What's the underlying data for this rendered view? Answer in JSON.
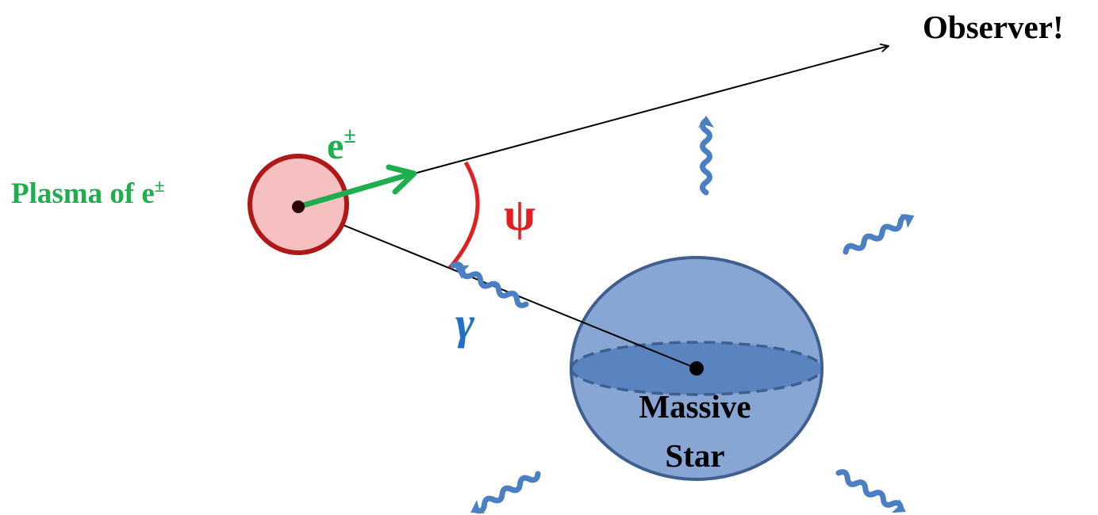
{
  "labels": {
    "observer": "Observer!",
    "plasma": "Plasma of e",
    "plasma_sup": "±",
    "electron": "e",
    "electron_sup": "±",
    "angle": "ψ",
    "photon": "γ",
    "star_line1": "Massive",
    "star_line2": "Star"
  },
  "colors": {
    "green": "#1fae4d",
    "red": "#e02020",
    "dark_red": "#b01818",
    "pink_fill": "#f7c0c0",
    "blue": "#4a7fc4",
    "star_fill": "#87a6d3",
    "star_band": "#5a84bf",
    "star_edge": "#3e5f8f",
    "photon_text": "#1f72c3",
    "black": "#000000"
  },
  "icons": {
    "photon_wave": "wavy-arrow-icon"
  }
}
